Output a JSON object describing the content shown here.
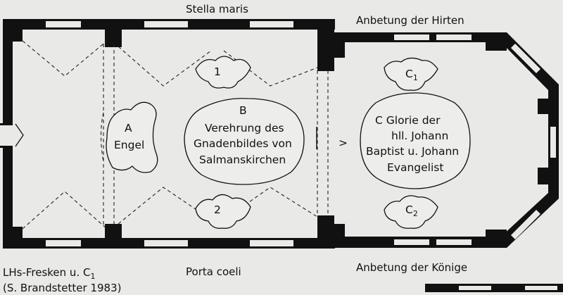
{
  "labels": {
    "top_center": "Stella maris",
    "top_right": "Anbetung der Hirten",
    "bottom_center": "Porta coeli",
    "bottom_right": "Anbetung der Könige",
    "bottom_left_line1": "LHs-Fresken u. C",
    "bottom_left_line1_sub": "1",
    "bottom_left_line2": "(S. Brandstetter 1983)"
  },
  "fields": {
    "a_letter": "A",
    "a_text": "Engel",
    "b_letter": "B",
    "b_line1": "Verehrung des",
    "b_line2": "Gnadenbildes von",
    "b_line3": "Salmanskirchen",
    "c_line1": "C  Glorie der",
    "c_line2": "hll. Johann",
    "c_line3": "Baptist u. Johann",
    "c_line4": "Evangelist",
    "c1_letter": "C",
    "c1_sub": "1",
    "c2_letter": "C",
    "c2_sub": "2",
    "f1": "1",
    "f2": "2",
    "arch_mark": ">"
  }
}
